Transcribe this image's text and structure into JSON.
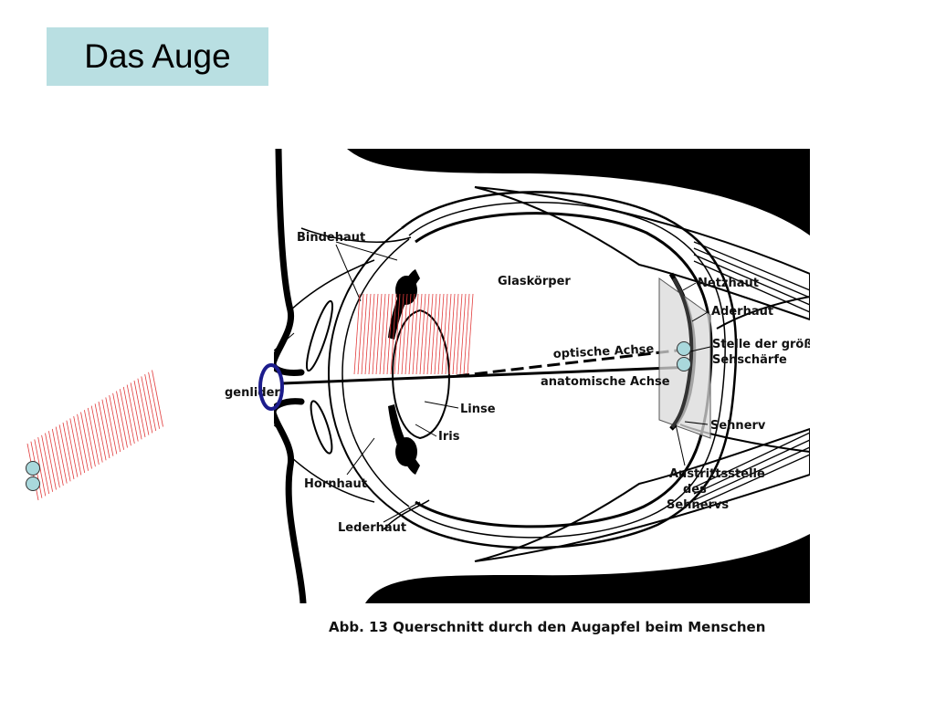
{
  "slide": {
    "title": "Das Auge"
  },
  "diagram": {
    "labels": {
      "bindehaut": "Bindehaut",
      "glaskoerper": "Glaskörper",
      "netzhaut": "Netzhaut",
      "aderhaut": "Aderhaut",
      "stelle": "Stelle der größten",
      "sehschaerfe": "Sehschärfe",
      "optische_achse": "optische Achse",
      "anatomische_achse": "anatomische Achse",
      "augenlider": "genlider",
      "linse": "Linse",
      "iris": "Iris",
      "sehnerv": "Sehnerv",
      "hornhaut": "Hornhaut",
      "austritt_1": "Austrittsstelle",
      "austritt_2": "des",
      "austritt_3": "Sehnervs",
      "lederhaut": "Lederhaut"
    },
    "caption": "Abb. 13  Querschnitt durch den Augapfel beim  Menschen"
  },
  "colors": {
    "title_bg": "#b9dfe2",
    "marker_fill": "#a9d8dc",
    "highlight_ellipse": "#1c1c8c",
    "hatch_red": "#e23b3b",
    "panel_gray": "#d9d9d9"
  }
}
